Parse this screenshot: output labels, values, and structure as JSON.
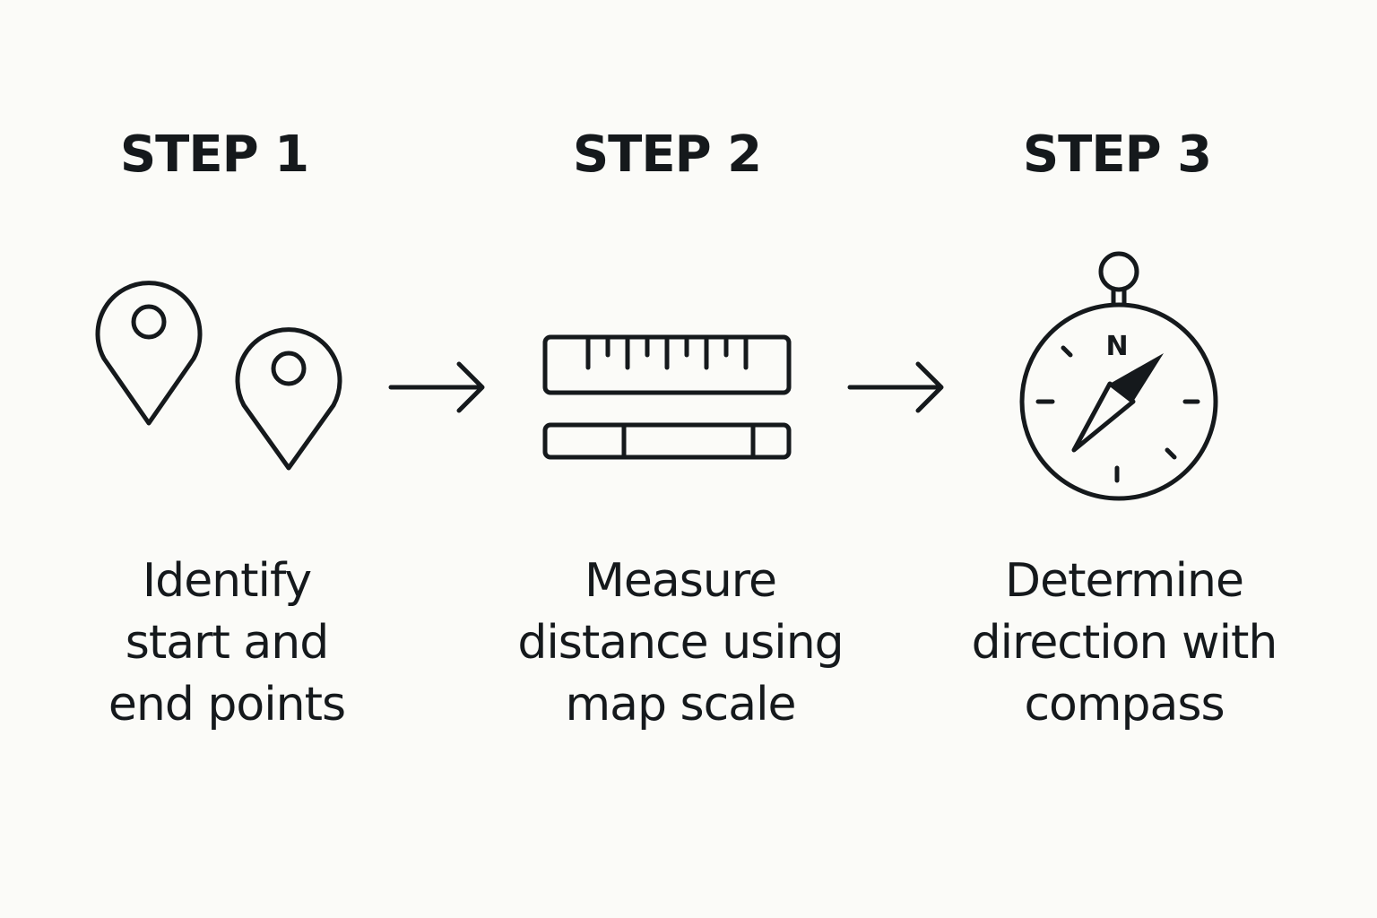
{
  "steps": [
    {
      "title": "STEP 1",
      "description_lines": [
        "Identify",
        "start and",
        "end points"
      ],
      "icon": "map-pins-icon"
    },
    {
      "title": "STEP 2",
      "description_lines": [
        "Measure",
        "distance using",
        "map scale"
      ],
      "icon": "map-scale-ruler-icon"
    },
    {
      "title": "STEP 3",
      "description_lines": [
        "Determine",
        "direction with",
        "compass"
      ],
      "icon": "compass-icon"
    }
  ],
  "compass_letter": "N",
  "arrows": [
    "arrow-right-icon",
    "arrow-right-icon"
  ],
  "colors": {
    "background": "#fbfbf8",
    "ink": "#15191c"
  }
}
